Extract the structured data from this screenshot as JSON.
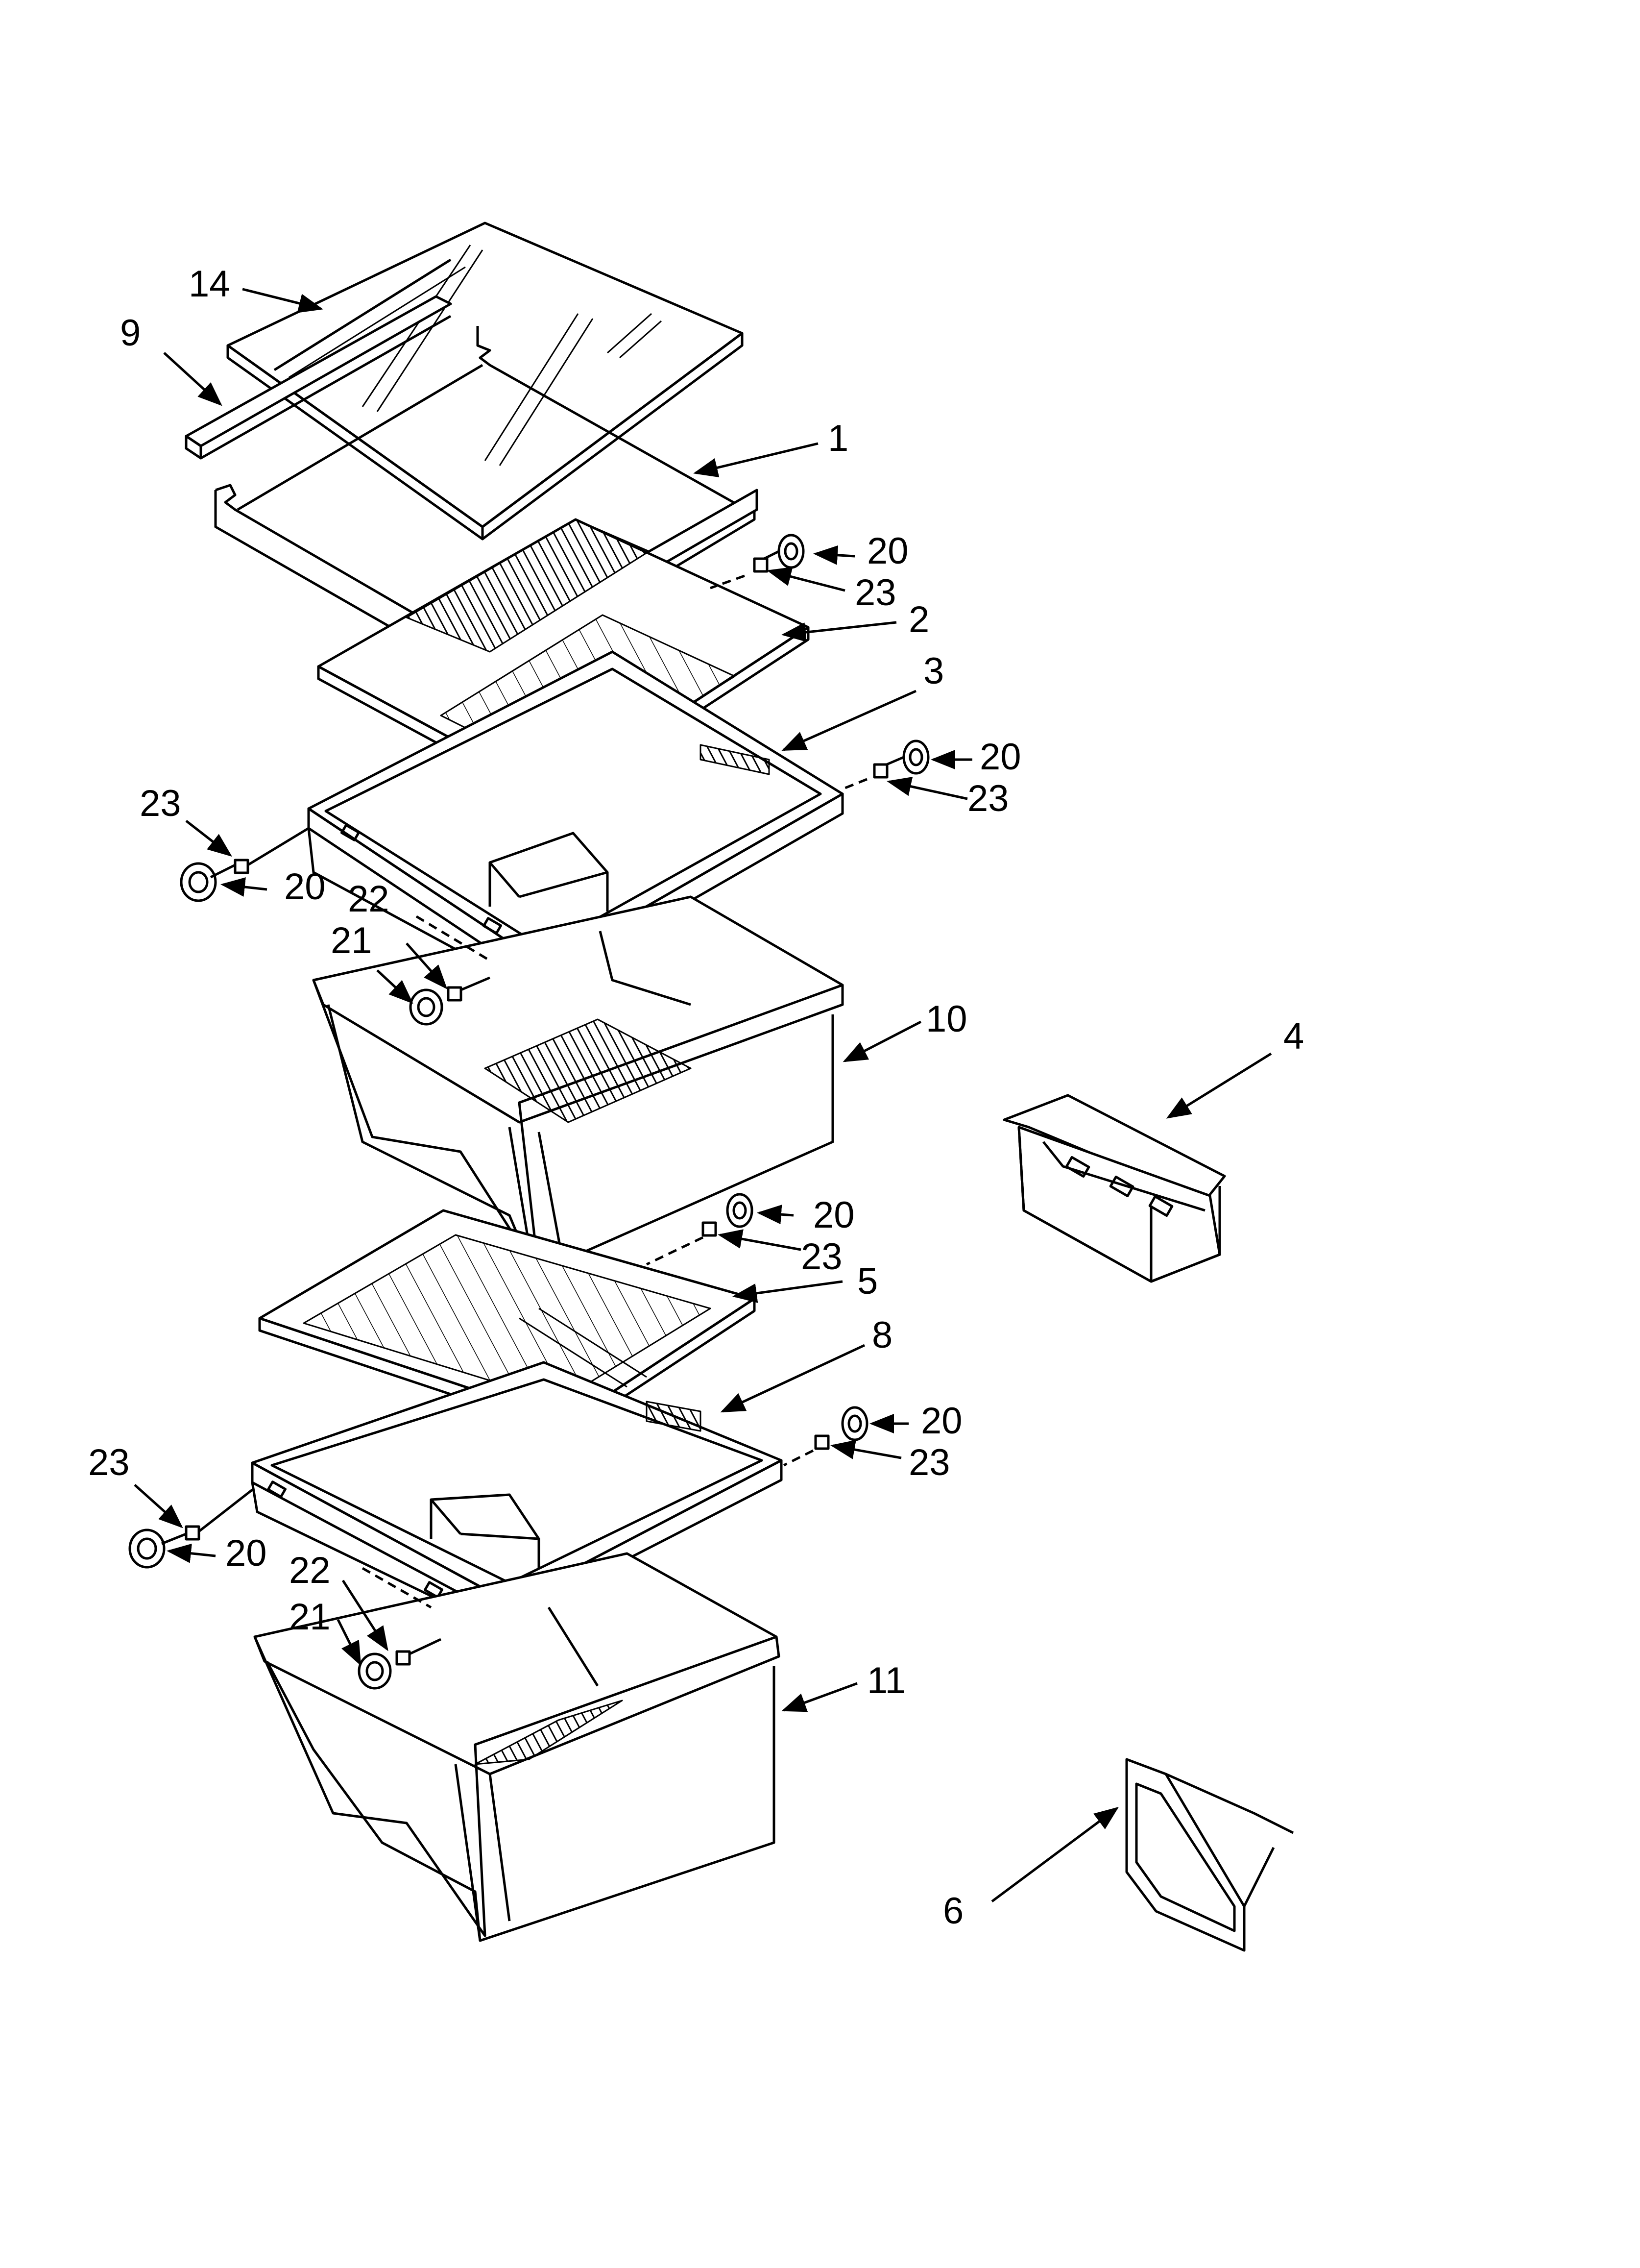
{
  "diagram": {
    "type": "exploded-parts-view",
    "callouts": [
      {
        "id": "c14a",
        "label": "14"
      },
      {
        "id": "c9a",
        "label": "9"
      },
      {
        "id": "c1a",
        "label": "1"
      },
      {
        "id": "c20a",
        "label": "20"
      },
      {
        "id": "c23a",
        "label": "23"
      },
      {
        "id": "c2a",
        "label": "2"
      },
      {
        "id": "c3a",
        "label": "3"
      },
      {
        "id": "c20b",
        "label": "20"
      },
      {
        "id": "c23b",
        "label": "23"
      },
      {
        "id": "c23c",
        "label": "23"
      },
      {
        "id": "c20c",
        "label": "20"
      },
      {
        "id": "c22a",
        "label": "22"
      },
      {
        "id": "c21a",
        "label": "21"
      },
      {
        "id": "c10a",
        "label": "10"
      },
      {
        "id": "c4a",
        "label": "4"
      },
      {
        "id": "c20d",
        "label": "20"
      },
      {
        "id": "c23d",
        "label": "23"
      },
      {
        "id": "c5a",
        "label": "5"
      },
      {
        "id": "c8a",
        "label": "8"
      },
      {
        "id": "c20e",
        "label": "20"
      },
      {
        "id": "c23e",
        "label": "23"
      },
      {
        "id": "c23f",
        "label": "23"
      },
      {
        "id": "c20f",
        "label": "20"
      },
      {
        "id": "c22b",
        "label": "22"
      },
      {
        "id": "c21b",
        "label": "21"
      },
      {
        "id": "c11a",
        "label": "11"
      },
      {
        "id": "c6a",
        "label": "6"
      }
    ]
  }
}
